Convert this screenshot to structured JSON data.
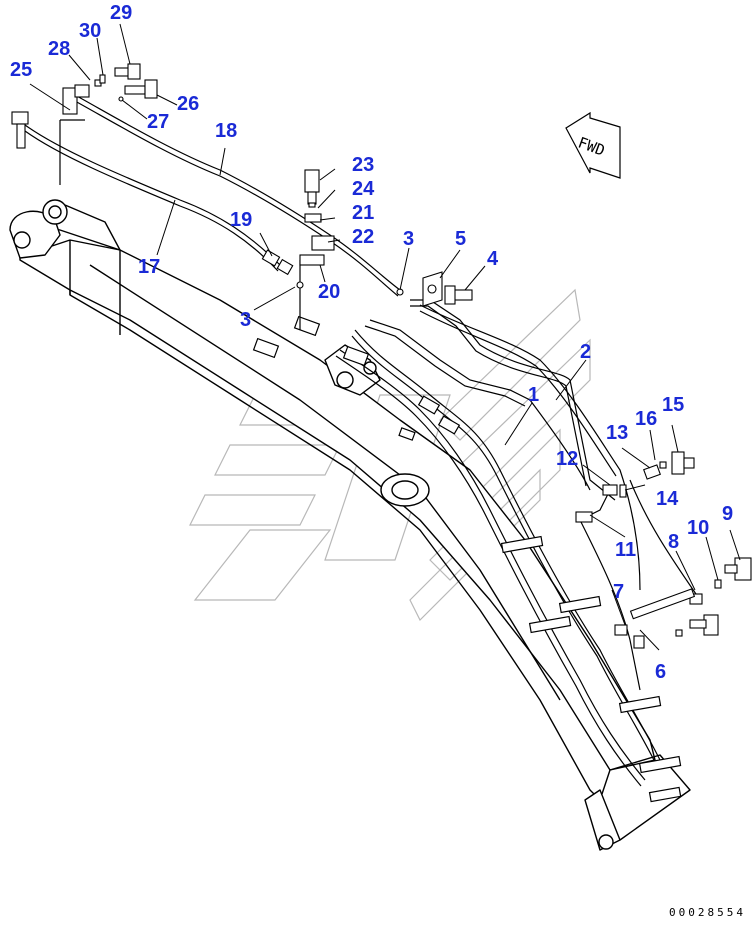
{
  "diagram": {
    "colors": {
      "callout": "#1a2ad6",
      "line": "#000000",
      "watermark": "#b8b8b8"
    },
    "callouts": [
      {
        "key": "c1",
        "text": "1"
      },
      {
        "key": "c2",
        "text": "2"
      },
      {
        "key": "c3a",
        "text": "3"
      },
      {
        "key": "c3b",
        "text": "3"
      },
      {
        "key": "c4",
        "text": "4"
      },
      {
        "key": "c5",
        "text": "5"
      },
      {
        "key": "c6",
        "text": "6"
      },
      {
        "key": "c7",
        "text": "7"
      },
      {
        "key": "c8",
        "text": "8"
      },
      {
        "key": "c9",
        "text": "9"
      },
      {
        "key": "c10",
        "text": "10"
      },
      {
        "key": "c11",
        "text": "11"
      },
      {
        "key": "c12",
        "text": "12"
      },
      {
        "key": "c13",
        "text": "13"
      },
      {
        "key": "c14",
        "text": "14"
      },
      {
        "key": "c15",
        "text": "15"
      },
      {
        "key": "c16",
        "text": "16"
      },
      {
        "key": "c17",
        "text": "17"
      },
      {
        "key": "c18",
        "text": "18"
      },
      {
        "key": "c19",
        "text": "19"
      },
      {
        "key": "c20",
        "text": "20"
      },
      {
        "key": "c21",
        "text": "21"
      },
      {
        "key": "c22",
        "text": "22"
      },
      {
        "key": "c23",
        "text": "23"
      },
      {
        "key": "c24",
        "text": "24"
      },
      {
        "key": "c25",
        "text": "25"
      },
      {
        "key": "c26",
        "text": "26"
      },
      {
        "key": "c27",
        "text": "27"
      },
      {
        "key": "c28",
        "text": "28"
      },
      {
        "key": "c29",
        "text": "29"
      },
      {
        "key": "c30",
        "text": "30"
      }
    ],
    "fwd_label": "FWD",
    "document_number": "00028554"
  }
}
